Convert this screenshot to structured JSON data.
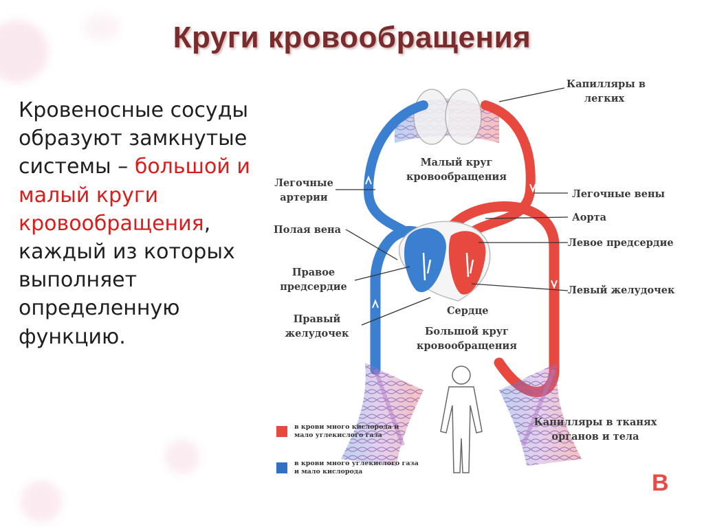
{
  "title": "Круги кровообращения",
  "body": {
    "p1": "Кровеносные сосуды образуют замкнутые системы –",
    "p2": "большой и малый круги кровообращения",
    "p3": ",",
    "p4": "каждый из которых выполняет определенную функцию."
  },
  "diagram": {
    "labels": {
      "lung_capillaries": [
        "Капилляры в",
        "легких"
      ],
      "small_circle": [
        "Малый круг",
        "кровообращения"
      ],
      "pulmonary_arteries": [
        "Легочные",
        "артерии"
      ],
      "pulmonary_veins": "Легочные вены",
      "aorta": "Аорта",
      "vena_cava": "Полая вена",
      "left_atrium": "Левое предсердие",
      "right_atrium": [
        "Правое",
        "предсердие"
      ],
      "left_ventricle": "Левый желудочек",
      "heart": "Сердце",
      "right_ventricle": [
        "Правый",
        "желудочек"
      ],
      "big_circle": [
        "Большой круг",
        "кровообращения"
      ],
      "tissue_capillaries": [
        "Капилляры в тканях",
        "органов и тела"
      ]
    },
    "legend": [
      {
        "color": "#e8493f",
        "lines": [
          "в крови много кислорода и",
          "мало углекислого газа"
        ]
      },
      {
        "color": "#2f6fc4",
        "lines": [
          "в крови много углекислого газа",
          "и мало кислорода"
        ]
      }
    ],
    "badge": "B",
    "colors": {
      "arterial": "#e8493f",
      "venous": "#3b7fd0"
    }
  }
}
